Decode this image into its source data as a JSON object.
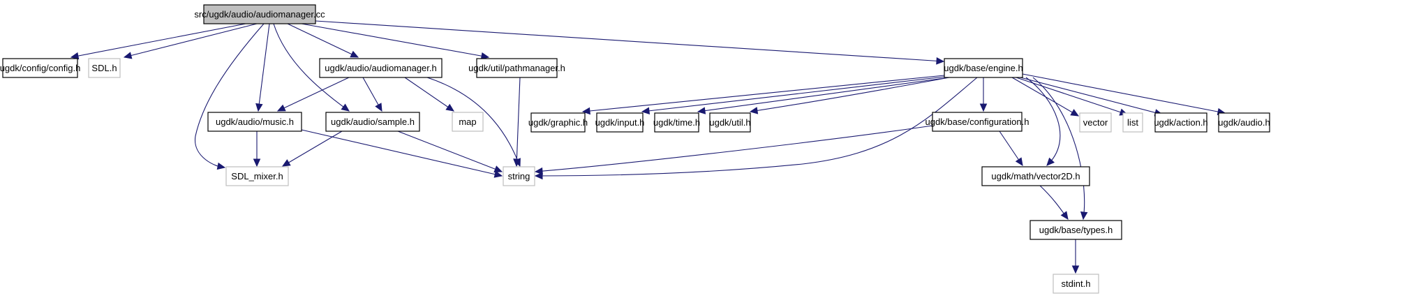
{
  "diagram": {
    "title": "src/ugdk/audio/audiomanager.cc",
    "colors": {
      "edge": "#191970",
      "root_fill": "#bfbfbf",
      "local_border": "#000000",
      "external_border": "#bfbfbf"
    },
    "nodes": [
      {
        "id": "root",
        "label": "src/ugdk/audio/audiomanager.cc",
        "kind": "root"
      },
      {
        "id": "config",
        "label": "ugdk/config/config.h",
        "kind": "local"
      },
      {
        "id": "sdl",
        "label": "SDL.h",
        "kind": "external"
      },
      {
        "id": "audiomanager_h",
        "label": "ugdk/audio/audiomanager.h",
        "kind": "local"
      },
      {
        "id": "pathmanager",
        "label": "ugdk/util/pathmanager.h",
        "kind": "local"
      },
      {
        "id": "engine",
        "label": "ugdk/base/engine.h",
        "kind": "local"
      },
      {
        "id": "music",
        "label": "ugdk/audio/music.h",
        "kind": "local"
      },
      {
        "id": "sample",
        "label": "ugdk/audio/sample.h",
        "kind": "local"
      },
      {
        "id": "map",
        "label": "map",
        "kind": "external"
      },
      {
        "id": "graphic",
        "label": "ugdk/graphic.h",
        "kind": "local"
      },
      {
        "id": "input",
        "label": "ugdk/input.h",
        "kind": "local"
      },
      {
        "id": "time",
        "label": "ugdk/time.h",
        "kind": "local"
      },
      {
        "id": "util",
        "label": "ugdk/util.h",
        "kind": "local"
      },
      {
        "id": "configuration",
        "label": "ugdk/base/configuration.h",
        "kind": "local"
      },
      {
        "id": "vector",
        "label": "vector",
        "kind": "external"
      },
      {
        "id": "list",
        "label": "list",
        "kind": "external"
      },
      {
        "id": "action",
        "label": "ugdk/action.h",
        "kind": "local"
      },
      {
        "id": "audio",
        "label": "ugdk/audio.h",
        "kind": "local"
      },
      {
        "id": "sdl_mixer",
        "label": "SDL_mixer.h",
        "kind": "external"
      },
      {
        "id": "string",
        "label": "string",
        "kind": "external"
      },
      {
        "id": "vector2d",
        "label": "ugdk/math/vector2D.h",
        "kind": "local"
      },
      {
        "id": "types",
        "label": "ugdk/base/types.h",
        "kind": "local"
      },
      {
        "id": "stdint",
        "label": "stdint.h",
        "kind": "external"
      }
    ],
    "edges": [
      {
        "from": "root",
        "to": "config"
      },
      {
        "from": "root",
        "to": "sdl"
      },
      {
        "from": "root",
        "to": "sdl_mixer"
      },
      {
        "from": "root",
        "to": "music"
      },
      {
        "from": "root",
        "to": "sample"
      },
      {
        "from": "root",
        "to": "audiomanager_h"
      },
      {
        "from": "root",
        "to": "pathmanager"
      },
      {
        "from": "root",
        "to": "engine"
      },
      {
        "from": "audiomanager_h",
        "to": "music"
      },
      {
        "from": "audiomanager_h",
        "to": "sample"
      },
      {
        "from": "audiomanager_h",
        "to": "map"
      },
      {
        "from": "audiomanager_h",
        "to": "string"
      },
      {
        "from": "pathmanager",
        "to": "string"
      },
      {
        "from": "music",
        "to": "sdl_mixer"
      },
      {
        "from": "music",
        "to": "string"
      },
      {
        "from": "sample",
        "to": "sdl_mixer"
      },
      {
        "from": "sample",
        "to": "string"
      },
      {
        "from": "engine",
        "to": "graphic"
      },
      {
        "from": "engine",
        "to": "input"
      },
      {
        "from": "engine",
        "to": "time"
      },
      {
        "from": "engine",
        "to": "util"
      },
      {
        "from": "engine",
        "to": "string"
      },
      {
        "from": "engine",
        "to": "configuration"
      },
      {
        "from": "engine",
        "to": "vector2d"
      },
      {
        "from": "engine",
        "to": "types"
      },
      {
        "from": "engine",
        "to": "vector"
      },
      {
        "from": "engine",
        "to": "list"
      },
      {
        "from": "engine",
        "to": "action"
      },
      {
        "from": "engine",
        "to": "audio"
      },
      {
        "from": "configuration",
        "to": "string"
      },
      {
        "from": "configuration",
        "to": "vector2d"
      },
      {
        "from": "vector2d",
        "to": "types"
      },
      {
        "from": "types",
        "to": "stdint"
      }
    ]
  }
}
